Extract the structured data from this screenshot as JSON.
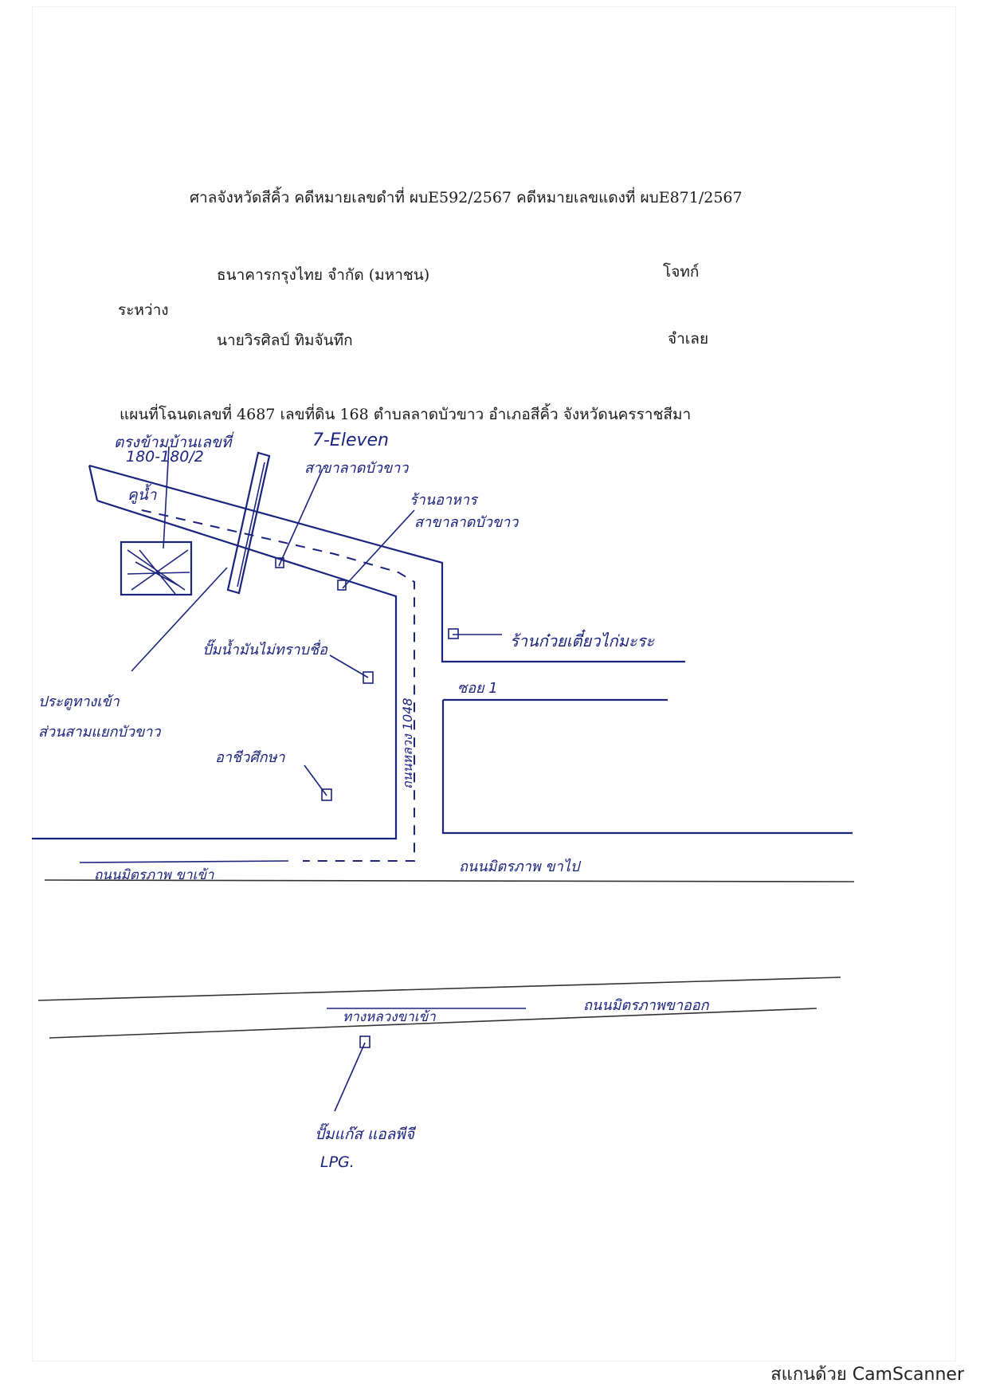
{
  "header": {
    "court_line": "ศาลจังหวัดสีคิ้ว  คดีหมายเลขดำที่ ผบE592/2567   คดีหมายเลขแดงที่ ผบE871/2567",
    "plaintiff_name": "ธนาคารกรุงไทย  จำกัด (มหาชน)",
    "plaintiff_role": "โจทก์",
    "between": "ระหว่าง",
    "defendant_name": "นายวิรศิลป์ ทิมจันทึก",
    "defendant_role": "จำเลย",
    "map_title": "แผนที่โฉนดเลขที่  4687 เลขที่ดิน 168  ตำบลลาดบัวขาว อำเภอสีคิ้ว จังหวัดนครราชสีมา"
  },
  "map_labels": {
    "house_number": "ตรงข้ามบ้านเลขที่",
    "house_range": "180-180/2",
    "canal": "คูน้ำ",
    "seven_eleven": "7-Eleven",
    "seven_eleven_branch": "สาขาลาดบัวขาว",
    "shop": "ร้านอาหาร",
    "shop_branch": "สาขาลาดบัวขาว",
    "noodle_shop": "ร้านก๋วยเตี๋ยวไก่มะระ",
    "gas_station": "ปั๊มน้ำมันไม่ทราบชื่อ",
    "soi": "ซอย 1",
    "gate": "ประตูทางเข้า",
    "gate_2": "ส่วนสามแยกบัวขาว",
    "temple": "อาชีวศึกษา",
    "road_1048": "ถนนหลวง 1048",
    "road_top_left": "ถนนมิตรภาพ ขาเข้า",
    "road_top_right": "ถนนมิตรภาพ ขาไป",
    "road_bottom_left": "ทางหลวงขาเข้า",
    "road_bottom_right": "ถนนมิตรภาพขาออก",
    "lpg_station": "ปั๊มแก๊ส แอลพีจี",
    "lpg": "LPG."
  },
  "footer": {
    "scanner_mark": "สแกนด้วย CamScanner"
  },
  "colors": {
    "ink": "#1a237e",
    "print": "#1a1a1a"
  }
}
